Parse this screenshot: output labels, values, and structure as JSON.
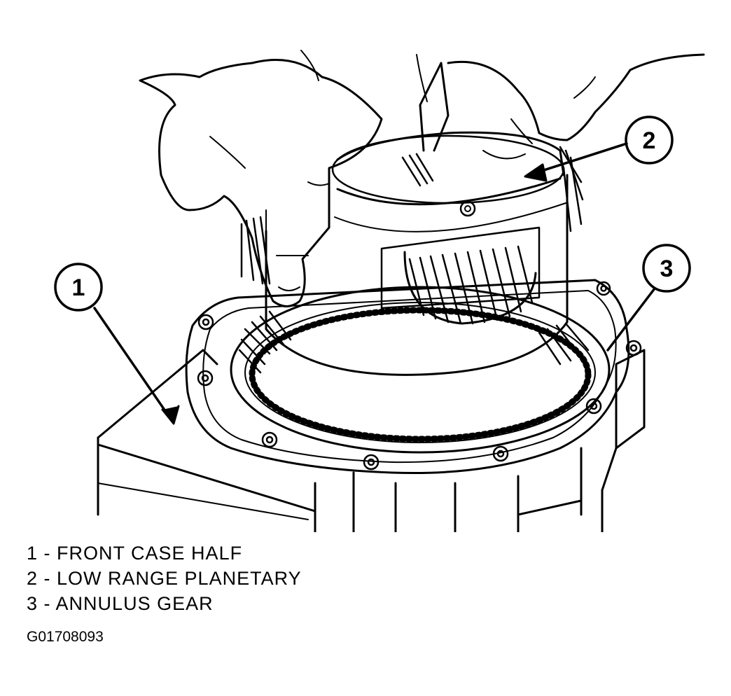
{
  "callouts": [
    {
      "number": "1",
      "label": "FRONT CASE HALF"
    },
    {
      "number": "2",
      "label": "LOW RANGE PLANETARY"
    },
    {
      "number": "3",
      "label": "ANNULUS GEAR"
    }
  ],
  "legend": {
    "separator_1": " - ",
    "separator_2": " - ",
    "separator_3": " - "
  },
  "figure_id": "G01708093"
}
